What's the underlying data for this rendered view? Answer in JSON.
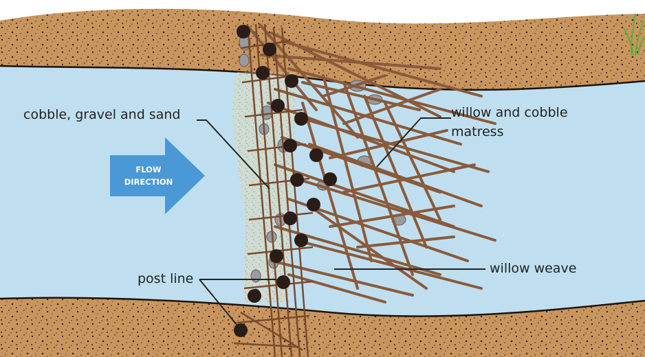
{
  "labels": {
    "cobble": "cobble, gravel and sand",
    "mattress_line1": "willow and cobble",
    "mattress_line2": "matress",
    "weave": "willow weave",
    "post_line": "post line"
  },
  "flow_arrow": {
    "line1": "FLOW",
    "line2": "DIRECTION"
  },
  "colors": {
    "water": "#bfdff0",
    "bank": "#c8955e",
    "bank_dark": "#8a5a30",
    "willow": "#8a5a3a",
    "post": "#2a1c16",
    "arrow": "#4b98d6",
    "grass": "#5fae3e"
  }
}
